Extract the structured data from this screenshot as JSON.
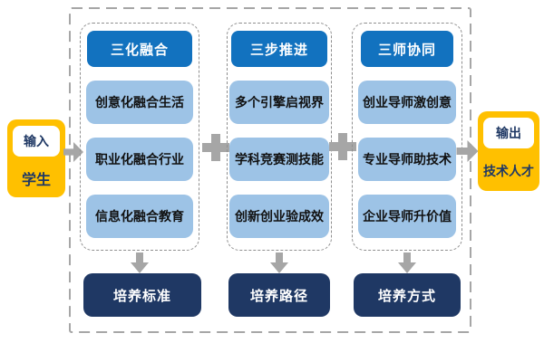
{
  "diagram_title": "",
  "input": {
    "label": "输入",
    "value": "学生"
  },
  "output": {
    "label": "输出",
    "value": "技术人才"
  },
  "columns": [
    {
      "header": "三化融合",
      "items": [
        "创意化融合生活",
        "职业化融合行业",
        "信息化融合教育"
      ],
      "result": "培养标准"
    },
    {
      "header": "三步推进",
      "items": [
        "多个引擎启视界",
        "学科竞赛测技能",
        "创新创业验成效"
      ],
      "result": "培养路径"
    },
    {
      "header": "三师协同",
      "items": [
        "创业导师激创意",
        "专业导师助技术",
        "企业导师升价值"
      ],
      "result": "培养方式"
    }
  ],
  "icons": {
    "input_arrow": "right-arrow",
    "output_arrow": "right-arrow",
    "column_connector": "down-arrow",
    "separator": "plus"
  },
  "colors": {
    "header_blue": "#1272bf",
    "item_light_blue": "#9dc3e6",
    "result_navy": "#1f3864",
    "io_yellow": "#ffc000",
    "connector_gray": "#a6a6a6",
    "dashed_border_gray": "#8f8f8f"
  }
}
